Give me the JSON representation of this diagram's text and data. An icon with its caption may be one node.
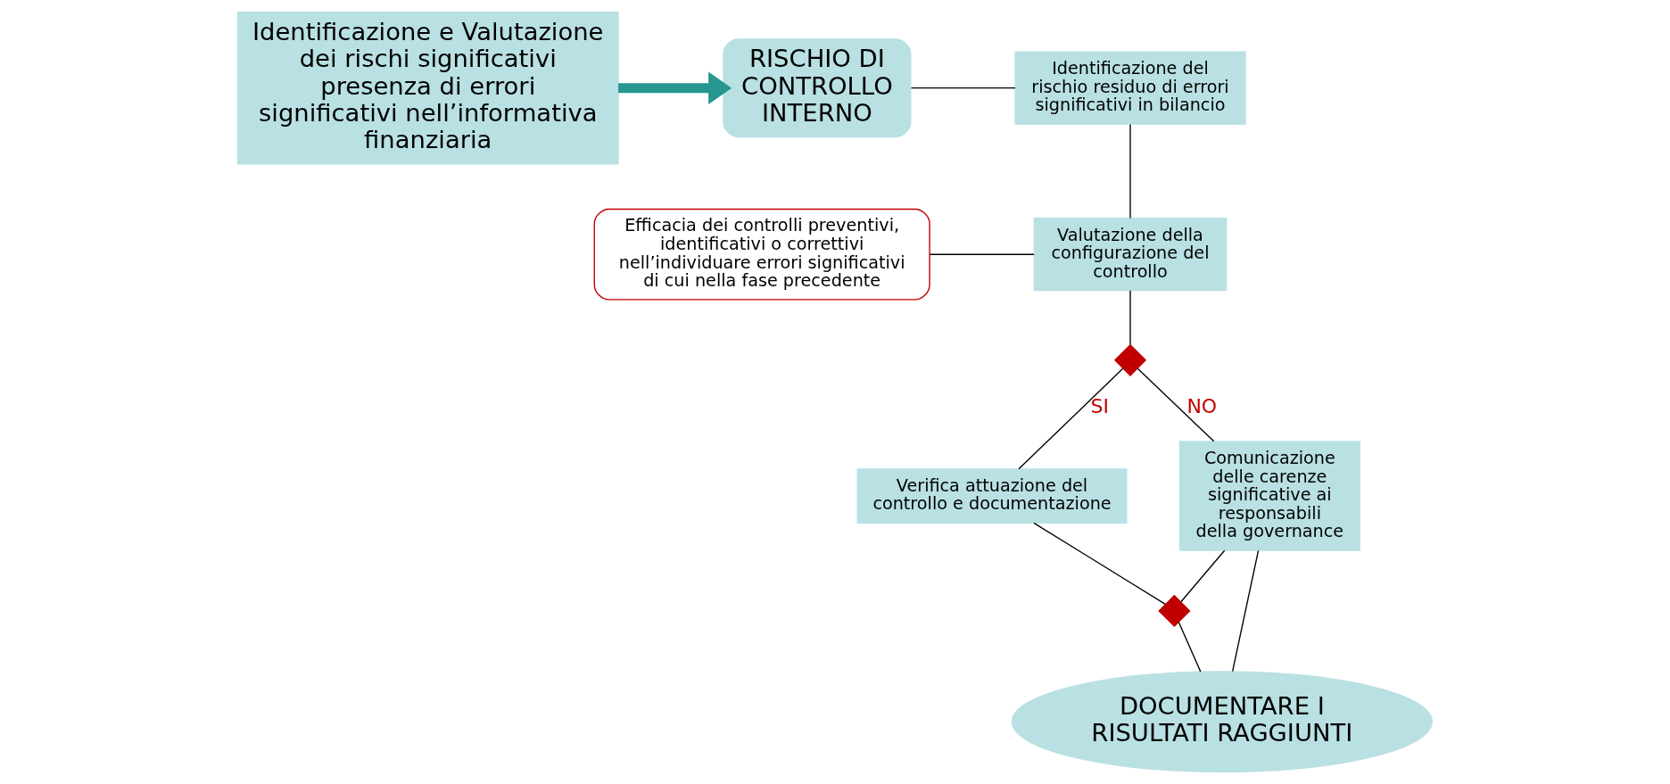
{
  "diagram": {
    "nodes": [
      {
        "text": [
          "Identificazione e Valutazione dei rischi significativi presenza di errori significativi nell’informativa finanziaria"
        ]
      },
      {
        "text": [
          "RISCHIO DI CONTROLLO INTERNO"
        ]
      },
      {
        "text": [
          "Identificazione del rischio residuo di errori significativi in bilancio"
        ]
      },
      {
        "text": [
          "Efficacia dei controlli preventivi, identificativi o correttivi nell’individuare errori significativi di cui nella fase precedente"
        ]
      },
      {
        "text": [
          "Valutazione della configurazione del controllo"
        ]
      },
      {
        "text": [],
        "shape": "diamond"
      },
      {
        "text": [
          "Verifica attuazione del controllo e documentazione"
        ]
      },
      {
        "text": [
          "Comunicazione delle carenze significative ai responsabili della governance"
        ]
      },
      {
        "text": [],
        "shape": "diamond"
      },
      {
        "text": [
          "DOCUMENTARE I RISULTATI RAGGIUNTI"
        ]
      }
    ],
    "edges": [
      {
        "from": 0,
        "to": 1,
        "arrow": "to",
        "style": "thick",
        "color": "#26968f"
      },
      {
        "from": 1,
        "to": 2,
        "arrow": "none"
      },
      {
        "from": 2,
        "to": 4,
        "arrow": "none"
      },
      {
        "from": 3,
        "to": 4,
        "arrow": "none"
      },
      {
        "from": 4,
        "to": 5,
        "arrow": "none"
      },
      {
        "from": 5,
        "to": 6,
        "arrow": "none",
        "label": "SI"
      },
      {
        "from": 5,
        "to": 7,
        "arrow": "none",
        "label": "NO"
      },
      {
        "from": 6,
        "to": 8,
        "arrow": "none"
      },
      {
        "from": 7,
        "to": 8,
        "arrow": "none"
      },
      {
        "from": 8,
        "to": 9,
        "arrow": "none"
      },
      {
        "from": 7,
        "to": 9,
        "arrow": "none"
      }
    ]
  }
}
